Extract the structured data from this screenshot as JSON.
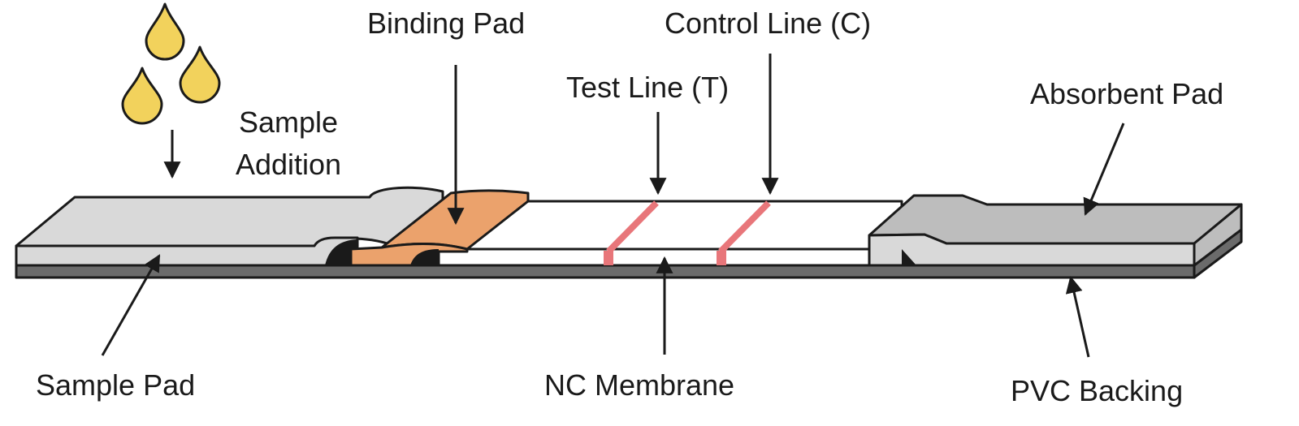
{
  "labels": {
    "sample_addition_line1": "Sample",
    "sample_addition_line2": "Addition",
    "binding_pad": "Binding Pad",
    "control_line": "Control Line (C)",
    "test_line": "Test Line (T)",
    "absorbent_pad": "Absorbent Pad",
    "sample_pad": "Sample Pad",
    "nc_membrane": "NC Membrane",
    "pvc_backing": "PVC Backing"
  },
  "colors": {
    "pad_grey": "#d9d9d9",
    "pad_grey_dark": "#bdbdbd",
    "backing": "#6b6b6b",
    "binding_pad": "#eba26c",
    "binding_pad_dark": "#d9864c",
    "reagent_line": "#e8767a",
    "droplet": "#f2d25c",
    "outline": "#1a1a1a"
  }
}
